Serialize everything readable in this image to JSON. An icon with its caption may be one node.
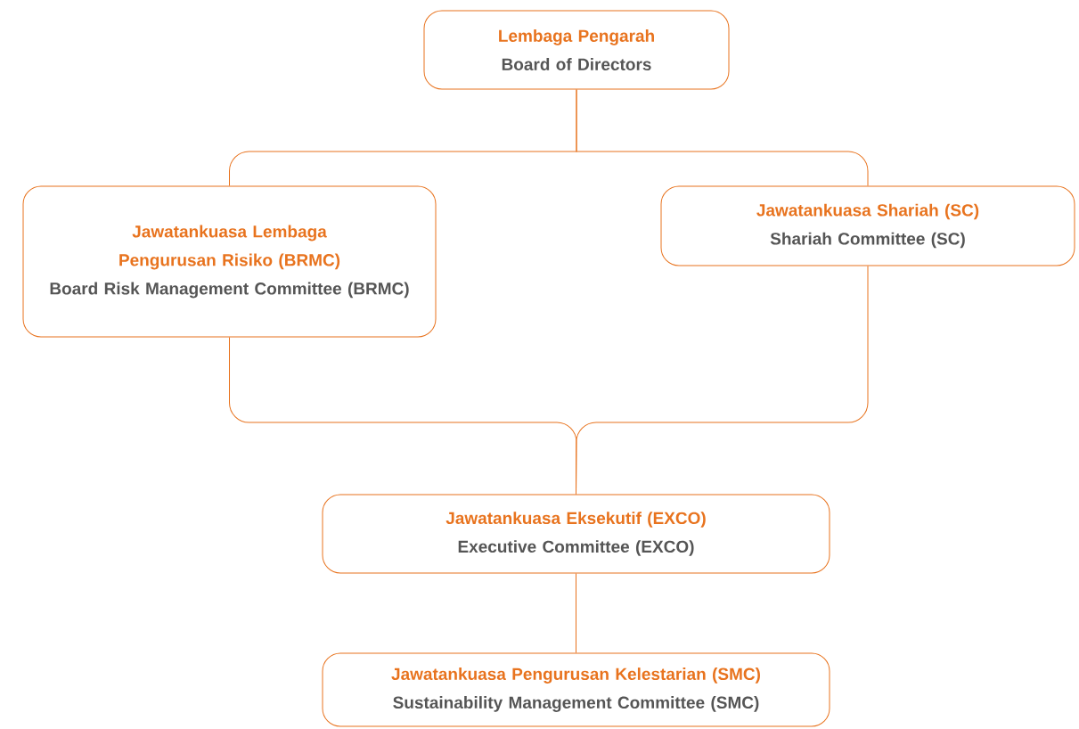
{
  "diagram": {
    "nodes": [
      {
        "text": [
          "Lembaga Pengarah",
          "Board of Directors"
        ]
      },
      {
        "text": [
          "Jawatankuasa Lembaga Pengurusan Risiko (BRMC)",
          "Board Risk Management Committee (BRMC)"
        ]
      },
      {
        "text": [
          "Jawatankuasa Shariah (SC)",
          "Shariah Committee (SC)"
        ]
      },
      {
        "text": [
          "Jawatankuasa Eksekutif (EXCO)",
          "Executive Committee (EXCO)"
        ]
      },
      {
        "text": [
          "Jawatankuasa Pengurusan Kelestarian (SMC)",
          "Sustainability Management Committee (SMC)"
        ]
      }
    ],
    "edges": [
      {
        "from": 0,
        "to": 1,
        "arrow": "none"
      },
      {
        "from": 0,
        "to": 2,
        "arrow": "none"
      },
      {
        "from": 1,
        "to": 3,
        "arrow": "none"
      },
      {
        "from": 2,
        "to": 3,
        "arrow": "none"
      },
      {
        "from": 3,
        "to": 4,
        "arrow": "none"
      }
    ]
  }
}
